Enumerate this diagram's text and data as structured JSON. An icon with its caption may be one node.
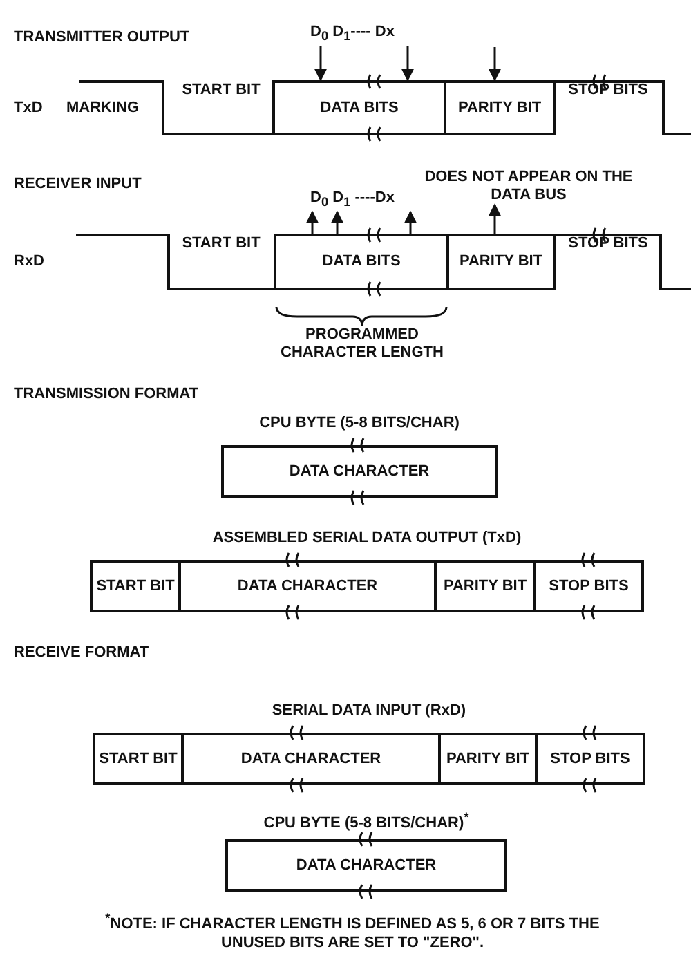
{
  "diagram": {
    "caption": "$^{*}$NOTE: IF CHARACTER LENGTH IS DEFINED AS 5, 6 OR 7 BITS THE UNUSED BITS ARE SET TO \"ZERO\".",
    "nodes": [
      {
        "text": [
          "D$_{0}$ D$_{1}$---- Dx"
        ]
      },
      {
        "text": [
          "DATA BITS"
        ]
      },
      {
        "text": [
          "PARITY BIT"
        ]
      },
      {
        "text": [
          "DATA BITS"
        ]
      },
      {
        "text": [
          "PARITY BIT"
        ]
      },
      {
        "text": [
          "D$_{0}$ D$_{1}$ ----Dx"
        ]
      },
      {
        "text": [
          "DOES NOT APPEAR ON THE DATA BUS"
        ]
      },
      {
        "text": [
          "CPU BYTE (5-8 BITS/CHAR)",
          "DATA CHARACTER"
        ]
      },
      {
        "text": [
          "ASSEMBLED SERIAL DATA OUTPUT (TxD)"
        ]
      },
      {
        "text": [
          "START BIT"
        ],
        "in": 8
      },
      {
        "text": [
          "DATA CHARACTER"
        ],
        "in": 8
      },
      {
        "text": [
          "PARITY BIT"
        ],
        "in": 8
      },
      {
        "text": [
          "STOP BITS"
        ],
        "in": 8
      },
      {
        "text": [
          "SERIAL DATA INPUT (RxD)"
        ]
      },
      {
        "text": [
          "START BIT"
        ],
        "in": 13
      },
      {
        "text": [
          "DATA CHARACTER"
        ],
        "in": 13
      },
      {
        "text": [
          "PARITY BIT"
        ],
        "in": 13
      },
      {
        "text": [
          "STOP BITS"
        ],
        "in": 13
      },
      {
        "text": [
          "CPU BYTE (5-8 BITS/CHAR)$^{*}$",
          "DATA CHARACTER"
        ]
      }
    ],
    "edges": [
      {
        "from": 0,
        "to": 1,
        "arrow": "to"
      },
      {
        "from": 0,
        "to": 1,
        "arrow": "to"
      },
      {
        "from": null,
        "to": 2,
        "arrow": "to"
      },
      {
        "from": 3,
        "to": 5,
        "arrow": "to"
      },
      {
        "from": 3,
        "to": 5,
        "arrow": "to"
      },
      {
        "from": 3,
        "to": 5,
        "arrow": "to"
      },
      {
        "from": 4,
        "to": 6,
        "arrow": "to"
      }
    ],
    "labels": [
      "TRANSMITTER OUTPUT",
      "TxD",
      "MARKING",
      "START BIT",
      "STOP BITS",
      "RECEIVER INPUT",
      "RxD",
      "START BIT",
      "STOP BITS",
      "PROGRAMMED CHARACTER LENGTH",
      "TRANSMISSION FORMAT",
      "RECEIVE FORMAT"
    ]
  }
}
